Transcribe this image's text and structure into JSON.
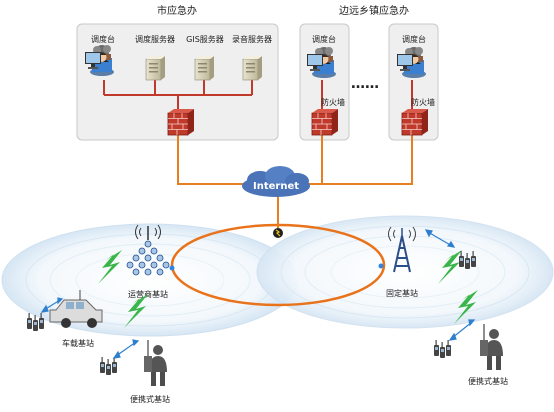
{
  "city_center": {
    "title": "市应急办",
    "dispatch_label": "调度台",
    "servers": [
      "调度服务器",
      "GIS服务器",
      "录音服务器"
    ]
  },
  "remote_town": {
    "title": "边远乡镇应急办",
    "dispatch_labels": [
      "调度台",
      "调度台"
    ],
    "firewall_labels": [
      "防火墙",
      "防火墙"
    ],
    "ellipsis": "……"
  },
  "internet": {
    "label": "Internet"
  },
  "stations": {
    "operator": "运营商基站",
    "fixed": "固定基站",
    "vehicle": "车载基站",
    "portable_left": "便携式基站",
    "portable_right": "便携式基站"
  },
  "colors": {
    "panel_bg": "#efefef",
    "panel_border": "#c8c8c8",
    "lan_line": "#c0392b",
    "wan_line": "#e67e22",
    "ring": "#e8731a",
    "cloud": "#4a73b8",
    "wireless_bolt": "#39b54a",
    "coverage": "#dbe9f6"
  }
}
